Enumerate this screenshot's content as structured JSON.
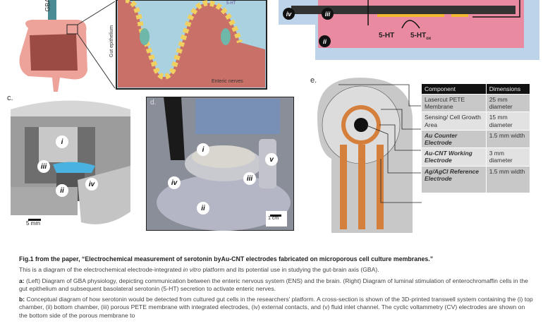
{
  "panel_a": {
    "gba_label": "GBA",
    "epithelium_label": "Gut epithelium",
    "nerves_label": "Enteric nerves",
    "serotonin_label": "5-HT"
  },
  "panel_b": {
    "labels": [
      "iv",
      "iii",
      "ii"
    ],
    "analyte": "5-HT",
    "oxidized": "5-HT",
    "oxidized_sub": "ox"
  },
  "panel_c": {
    "letter": "c.",
    "labels": [
      "i",
      "iii",
      "ii",
      "iv"
    ],
    "scale": "5 mm"
  },
  "panel_d": {
    "letter": "d.",
    "labels": [
      "i",
      "v",
      "iv",
      "iii",
      "ii"
    ],
    "scale": "1 cm"
  },
  "panel_e": {
    "letter": "e.",
    "table": {
      "headers": [
        "Component",
        "Dimensions"
      ],
      "rows": [
        {
          "component": "Lasercut PETE Membrane",
          "dimension": "25 mm diameter",
          "italic": false
        },
        {
          "component": "Sensing/ Cell Growth Area",
          "dimension": "15 mm diameter",
          "italic": false
        },
        {
          "component": "Au Counter Electrode",
          "dimension": "1.5 mm width",
          "italic": true
        },
        {
          "component": "Au-CNT Working Electrode",
          "dimension": "3 mm diameter",
          "italic": true
        },
        {
          "component": "Ag/AgCl Reference Electrode",
          "dimension": "1.5 mm width",
          "italic": true
        }
      ]
    }
  },
  "caption": {
    "title": "Fig.1 from the paper, “Electrochemical measurement of serotonin byAu-CNT electrodes fabricated on microporous cell culture membranes.”",
    "intro_pre": "This is a diagram of the electrochemical electrode-integrated ",
    "intro_em": "in vitro",
    "intro_post": " platform and its potential use in studying the gut-brain axis (GBA).",
    "a_key": "a:",
    "a_text": " (Left) Diagram of GBA physiology, depicting communication between the enteric nervous system (ENS) and the brain. (Right) Diagram of luminal stimulation of enterochromaffin cells in the gut epithelium and subsequent basolateral serotonin (5-HT) secretion to activate enteric nerves.",
    "b_key": "b:",
    "b_text": " Conceptual diagram of how serotonin would be detected from cultured gut cells in the researchers' platform. A cross-section is shown of the 3D-printed transwell system containing the (i) top chamber, (ii) bottom chamber, (iii) porous PETE membrane with integrated electrodes, (iv) external contacts, and (v) fluid inlet channel. The cyclic voltammetry (CV) electrodes are shown on the bottom side of the porous membrane to"
  },
  "colors": {
    "pink": "#e98aa0",
    "blue": "#bcd3ea",
    "tissue": "#c9706a",
    "gold": "#f2b830"
  }
}
